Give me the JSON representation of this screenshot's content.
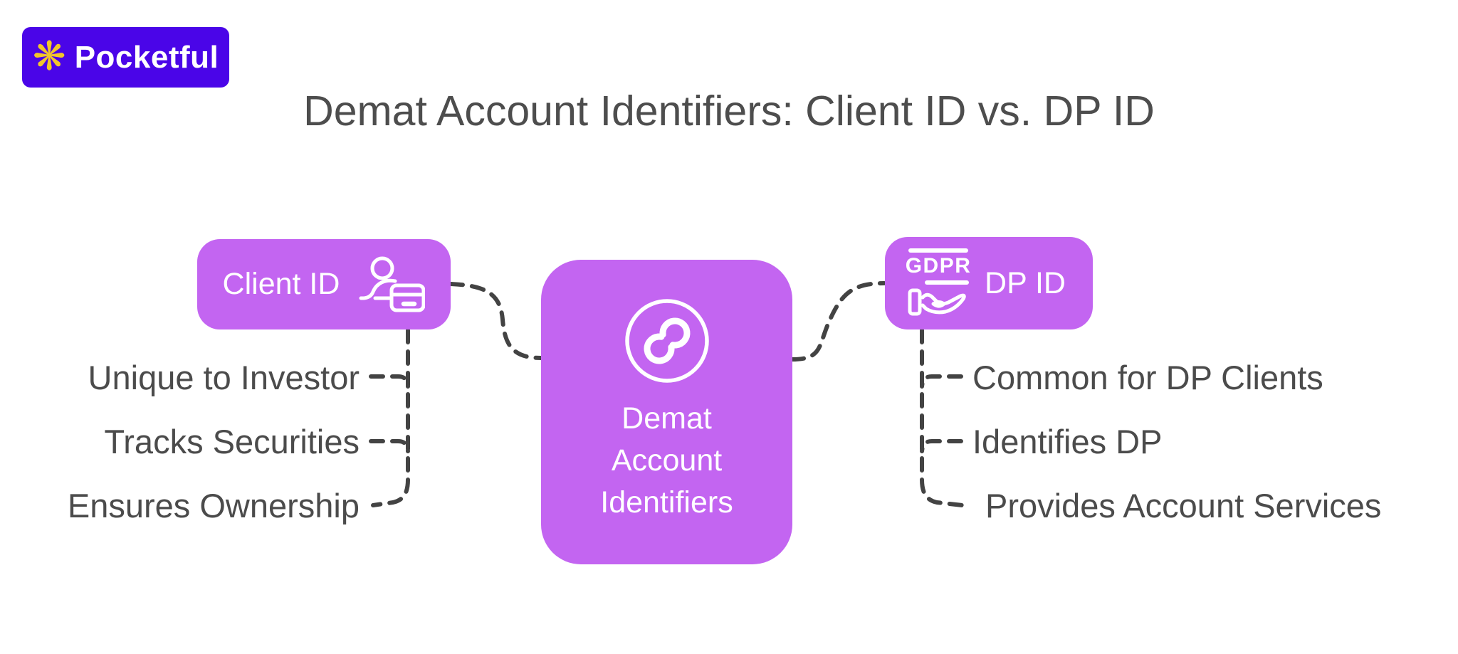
{
  "brand": {
    "name": "Pocketful",
    "flower_glyph": "❋"
  },
  "title": "Demat Account Identifiers: Client ID vs. DP ID",
  "colors": {
    "node_purple": "#c365f1",
    "brand_bg": "#4a05e8",
    "brand_flower": "#f2c62b",
    "text_gray": "#4b4b4b",
    "title_gray": "#4d4d4d",
    "wire_gray": "#434343",
    "node_text": "#ffffff"
  },
  "center_node": {
    "lines": [
      "Demat",
      "Account",
      "Identifiers"
    ],
    "icon": "linked-rings-icon"
  },
  "left_branch": {
    "node_label": "Client ID",
    "icon": "person-id-card-icon",
    "items": [
      "Unique to Investor",
      "Tracks Securities",
      "Ensures Ownership"
    ]
  },
  "right_branch": {
    "node_label": "DP ID",
    "icon": "gdpr-hand-icon",
    "icon_text": "GDPR",
    "items": [
      "Common for DP Clients",
      "Identifies DP",
      "Provides Account Services"
    ]
  }
}
